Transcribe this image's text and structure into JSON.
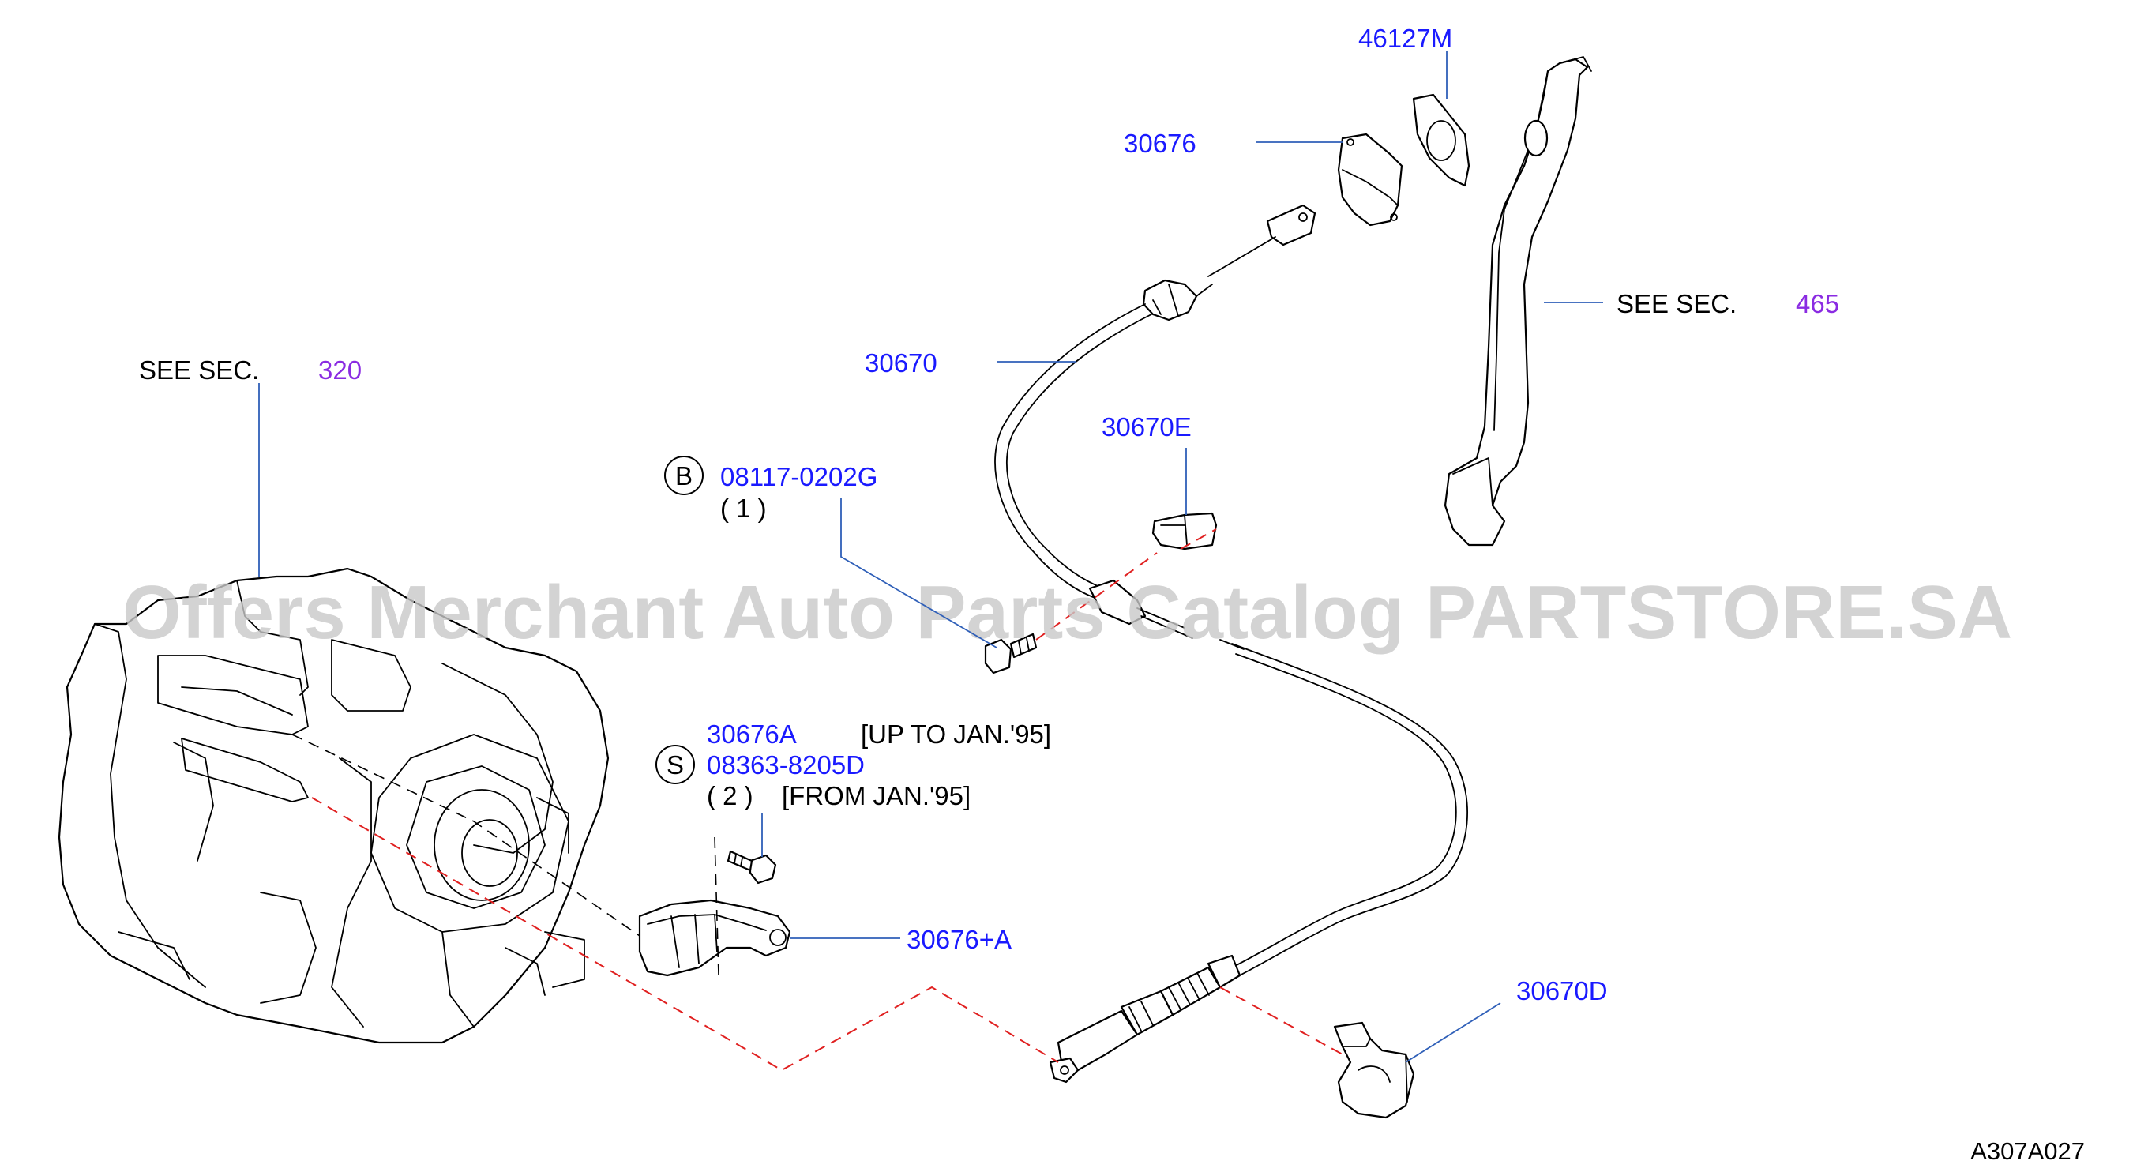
{
  "diagram": {
    "watermark": "Offers Merchant Auto Parts Catalog PARTSTORE.SA",
    "figure_code": "A307A027",
    "see_sec_label": "SEE  SEC.",
    "refs": {
      "sec_320": "320",
      "sec_465": "465"
    },
    "parts": {
      "p46127M": "46127M",
      "p30676": "30676",
      "p30670": "30670",
      "p30670E": "30670E",
      "p08117": "08117-0202G",
      "p08117_qty": "( 1 )",
      "p30676A": "30676A",
      "p30676A_note": "[UP  TO  JAN.'95]",
      "p08363": "08363-8205D",
      "p08363_qty": "( 2 )",
      "p08363_note": "[FROM  JAN.'95]",
      "p30676plusA": "30676+A",
      "p30670D": "30670D"
    },
    "markers": {
      "bolt_b": "B",
      "screw_s": "S"
    }
  }
}
